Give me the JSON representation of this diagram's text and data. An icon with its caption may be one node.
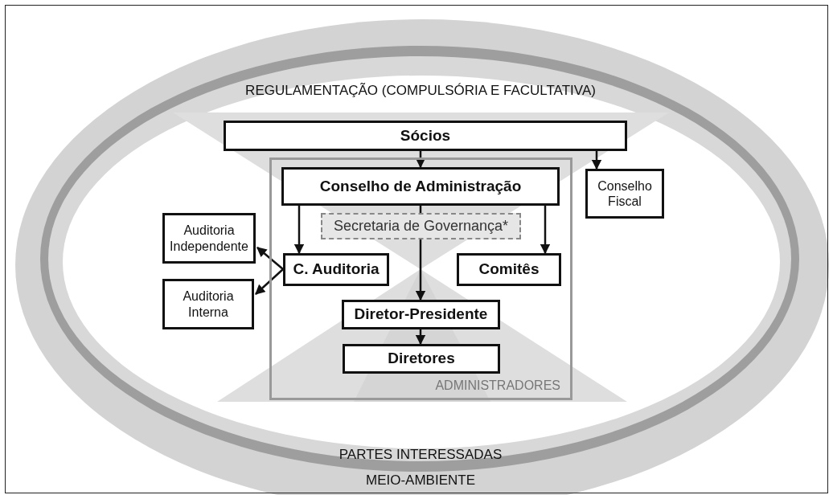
{
  "diagram": {
    "nodes": [
      {
        "text": [
          "Sócios"
        ]
      },
      {
        "text": [
          "ADMINISTRADORES"
        ]
      },
      {
        "text": [
          "Conselho de Administração"
        ],
        "in": 1
      },
      {
        "text": [
          "Secretaria de Governança*"
        ],
        "in": 1
      },
      {
        "text": [
          "Conselho Fiscal"
        ]
      },
      {
        "text": [
          "Auditoria Independente"
        ]
      },
      {
        "text": [
          "C. Auditoria"
        ],
        "in": 1
      },
      {
        "text": [
          "Comitês"
        ],
        "in": 1
      },
      {
        "text": [
          "Auditoria Interna"
        ]
      },
      {
        "text": [
          "Diretor-Presidente"
        ],
        "in": 1
      },
      {
        "text": [
          "Diretores"
        ],
        "in": 1
      }
    ],
    "edges": [
      {
        "from": 0,
        "to": 2,
        "arrow": "to"
      },
      {
        "from": 0,
        "to": 4,
        "arrow": "to"
      },
      {
        "from": 2,
        "to": 6,
        "arrow": "to"
      },
      {
        "from": 2,
        "to": 3,
        "arrow": "none"
      },
      {
        "from": 2,
        "to": 7,
        "arrow": "to"
      },
      {
        "from": 3,
        "to": 9,
        "arrow": "to"
      },
      {
        "from": 6,
        "to": 5,
        "arrow": "to"
      },
      {
        "from": 6,
        "to": 8,
        "arrow": "to"
      },
      {
        "from": 9,
        "to": 10,
        "arrow": "to"
      }
    ],
    "labels": [
      "REGULAMENTAÇÃO (COMPULSÓRIA E FACULTATIVA)",
      "PARTES INTERESSADAS",
      "MEIO-AMBIENTE"
    ]
  }
}
